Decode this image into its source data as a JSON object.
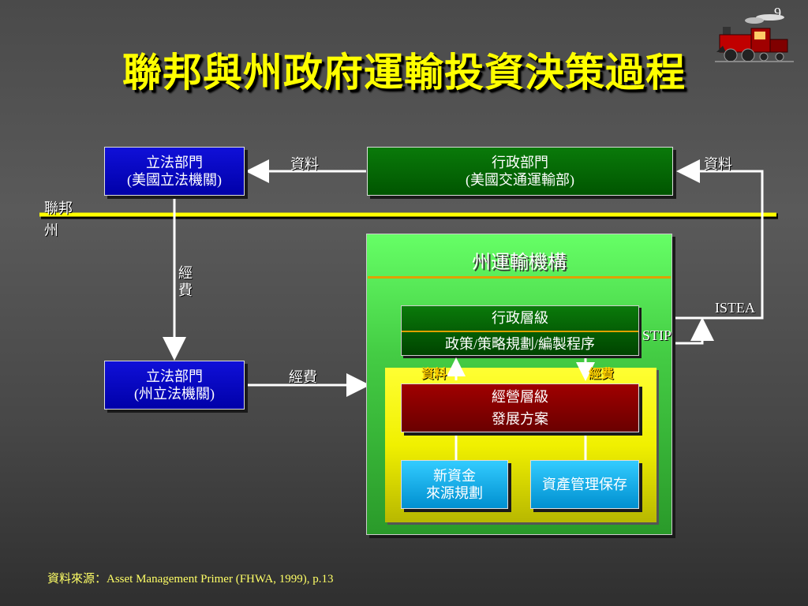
{
  "slide": {
    "title": "聯邦與州政府運輸投資決策過程",
    "page_number": "9",
    "source": "資料來源：Asset Management Primer (FHWA, 1999), p.13"
  },
  "divider": {
    "federal_label": "聯邦",
    "state_label": "州"
  },
  "federal_legislative": {
    "line1": "立法部門",
    "line2": "(美國立法機關)"
  },
  "federal_executive": {
    "line1": "行政部門",
    "line2": "(美國交通運輸部)"
  },
  "state_legislative": {
    "line1": "立法部門",
    "line2": "(州立法機關)"
  },
  "state_agency": {
    "title": "州運輸機構",
    "executive_level": {
      "line1": "行政層級",
      "line2": "政策/策略規劃/編製程序"
    },
    "operating_level": {
      "line1": "經營層級",
      "line2": "發展方案"
    },
    "new_funding": {
      "line1": "新資金",
      "line2": "來源規劃"
    },
    "asset_management": {
      "label": "資產管理保存"
    }
  },
  "flow_labels": {
    "data_top_left": "資料",
    "data_top_right": "資料",
    "funding_vertical_1": "經",
    "funding_vertical_2": "費",
    "funding_state": "經費",
    "istea": "ISTEA",
    "stip": "STIP",
    "inner_data": "資料",
    "inner_funding": "經費"
  },
  "colors": {
    "title": "#ffff00",
    "blue_box": "#0000c0",
    "green_box": "#006600",
    "state_agency_bg": "#44cc44",
    "yellow_panel": "#ffff00",
    "dark_red_box": "#8a0000",
    "cyan_box": "#00a8e0",
    "divider": "#ffff00"
  }
}
